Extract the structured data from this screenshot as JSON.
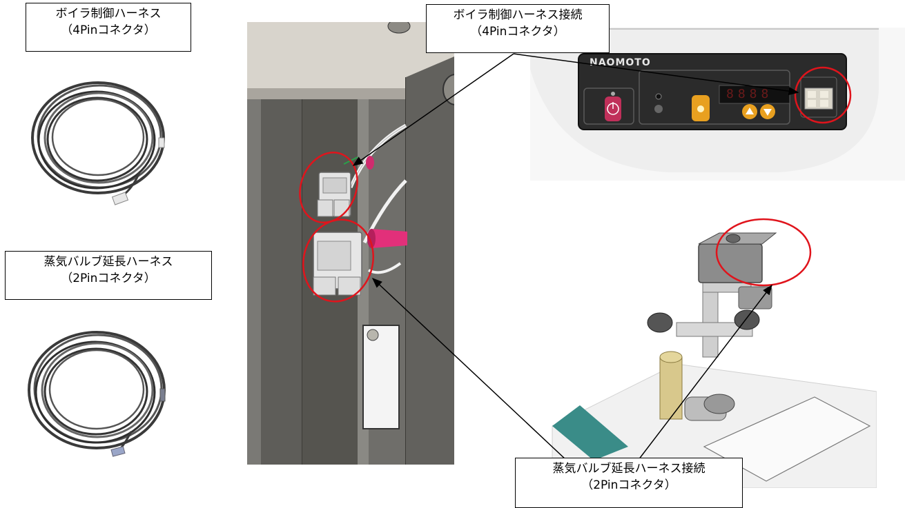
{
  "labels": {
    "boiler_harness": {
      "title": "ボイラ制御ハーネス",
      "sub": "（4Pinコネクタ）"
    },
    "steam_valve_harness": {
      "title": "蒸気バルブ延長ハーネス",
      "sub": "（2Pinコネクタ）"
    },
    "boiler_connection": {
      "title": "ボイラ制御ハーネス接続",
      "sub": "（4Pinコネクタ）"
    },
    "steam_valve_connection": {
      "title": "蒸気バルブ延長ハーネス接続",
      "sub": "（2Pinコネクタ）"
    }
  },
  "control_panel": {
    "brand": "NAOMOTO",
    "display": "8888"
  },
  "colors": {
    "highlight_circle": "#e0141c",
    "arrow": "#000000",
    "panel_body": "#2b2b2b",
    "cabinet_gray": "#6b6b68",
    "connector_pink": "#e2307a",
    "button_red": "#c0305a",
    "button_orange": "#e8a020"
  }
}
